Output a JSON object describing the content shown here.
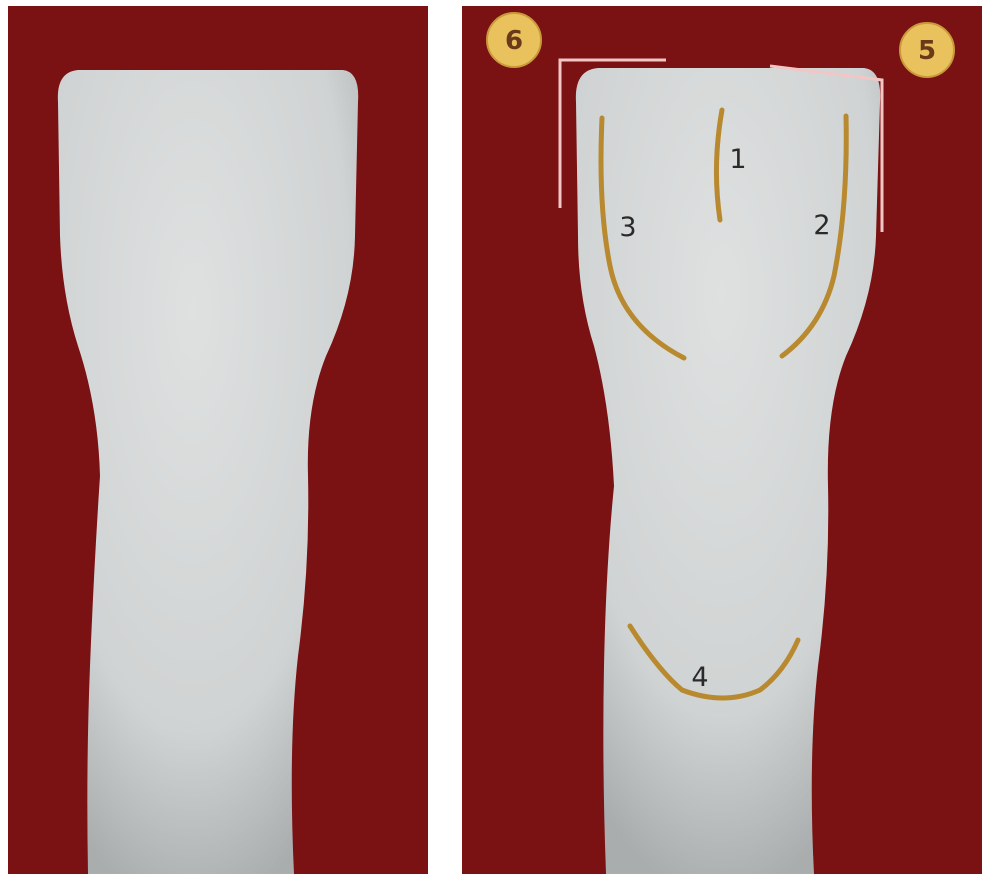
{
  "colors": {
    "background_red": "#7a1112",
    "tooth_gray": "#d4d6d6",
    "groove_gold": "#b8892f",
    "badge_fill": "#e9c15d",
    "bracket_pink": "#f3c6c6"
  },
  "left_panel": {
    "subject": "tooth"
  },
  "right_panel": {
    "badges": {
      "b6": "6",
      "b5": "5"
    },
    "labels": {
      "l1": "1",
      "l2": "2",
      "l3": "3",
      "l4": "4"
    }
  }
}
